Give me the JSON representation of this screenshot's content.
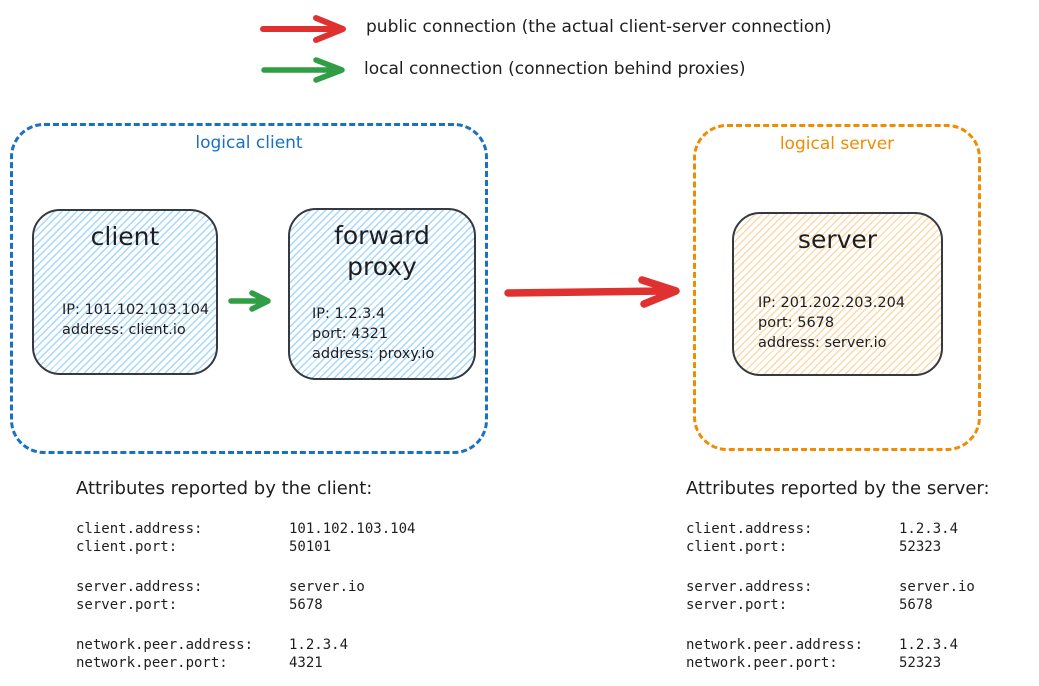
{
  "colors": {
    "red": "#e03131",
    "green": "#2f9e44",
    "blue": "#1971c2",
    "orange": "#f08c00",
    "ink": "#1e1e1e",
    "node_border": "#343a40",
    "hachure_blue": "#a5d8ff",
    "hachure_orange": "#ffd8a8"
  },
  "legend": {
    "public": {
      "label": "public connection (the actual client-server connection)"
    },
    "local": {
      "label": "local connection (connection behind proxies)"
    }
  },
  "diagram": {
    "logical_client_label": "logical client",
    "logical_server_label": "logical server",
    "nodes": {
      "client": {
        "title": "client",
        "lines": [
          "IP: 101.102.103.104",
          "address: client.io"
        ]
      },
      "forward_proxy": {
        "title": "forward proxy",
        "lines": [
          "IP: 1.2.3.4",
          "port: 4321",
          "address: proxy.io"
        ]
      },
      "server": {
        "title": "server",
        "lines": [
          "IP: 201.202.203.204",
          "port: 5678",
          "address: server.io"
        ]
      }
    }
  },
  "attributes_client": {
    "title": "Attributes reported by the client:",
    "rows": [
      {
        "key": "client.address:",
        "value": "101.102.103.104"
      },
      {
        "key": "client.port:",
        "value": "50101"
      },
      {
        "key": "server.address:",
        "value": "server.io"
      },
      {
        "key": "server.port:",
        "value": "5678"
      },
      {
        "key": "network.peer.address:",
        "value": "1.2.3.4"
      },
      {
        "key": "network.peer.port:",
        "value": "4321"
      }
    ]
  },
  "attributes_server": {
    "title": "Attributes reported by the server:",
    "rows": [
      {
        "key": "client.address:",
        "value": "1.2.3.4"
      },
      {
        "key": "client.port:",
        "value": "52323"
      },
      {
        "key": "server.address:",
        "value": "server.io"
      },
      {
        "key": "server.port:",
        "value": "5678"
      },
      {
        "key": "network.peer.address:",
        "value": "1.2.3.4"
      },
      {
        "key": "network.peer.port:",
        "value": "52323"
      }
    ]
  }
}
